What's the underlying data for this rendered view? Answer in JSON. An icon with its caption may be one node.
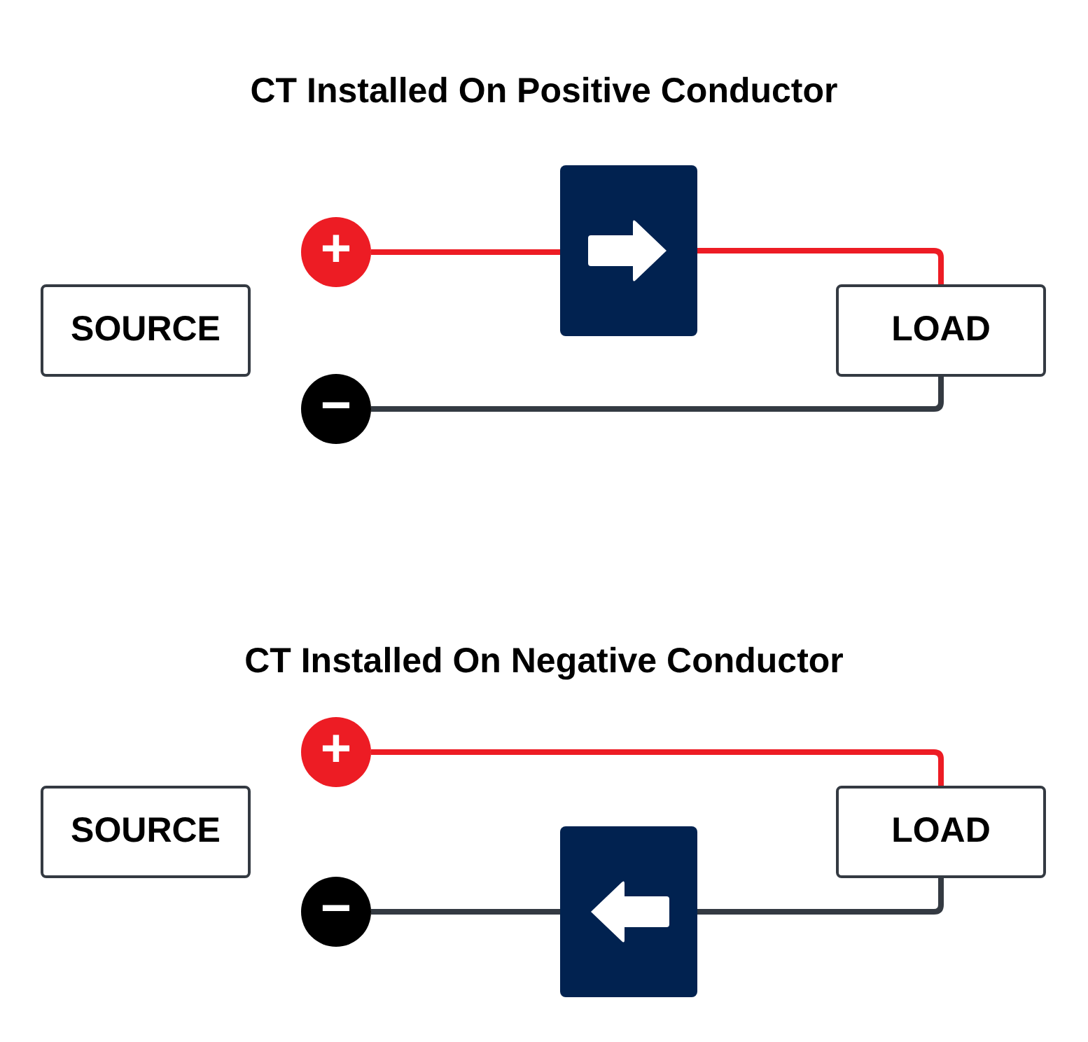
{
  "diagram": {
    "nodes": [
      {
        "text": [
          "SOURCE"
        ]
      },
      {
        "text": [
          "+"
        ]
      },
      {
        "text": [
          "−"
        ]
      },
      {
        "text": [],
        "shape": "box"
      },
      {
        "text": [
          "LOAD"
        ]
      },
      {
        "text": [
          "+"
        ]
      },
      {
        "text": [
          "SOURCE"
        ]
      },
      {
        "text": [
          "LOAD"
        ]
      },
      {
        "text": [
          "−"
        ]
      },
      {
        "text": [],
        "shape": "box"
      }
    ],
    "edges": [
      {
        "from": 1,
        "to": 3,
        "arrow": "none",
        "color": "#ed1c24"
      },
      {
        "from": 3,
        "to": 4,
        "arrow": "none",
        "color": "#ed1c24"
      },
      {
        "from": 2,
        "to": 4,
        "arrow": "none",
        "color": "#343a42"
      },
      {
        "from": 5,
        "to": 7,
        "arrow": "none",
        "color": "#ed1c24"
      },
      {
        "from": 8,
        "to": 9,
        "arrow": "none",
        "color": "#343a42"
      },
      {
        "from": 9,
        "to": 7,
        "arrow": "none",
        "color": "#343a42"
      }
    ],
    "labels": [
      "CT Installed On Positive Conductor",
      "CT Installed On Negative Conductor"
    ]
  }
}
